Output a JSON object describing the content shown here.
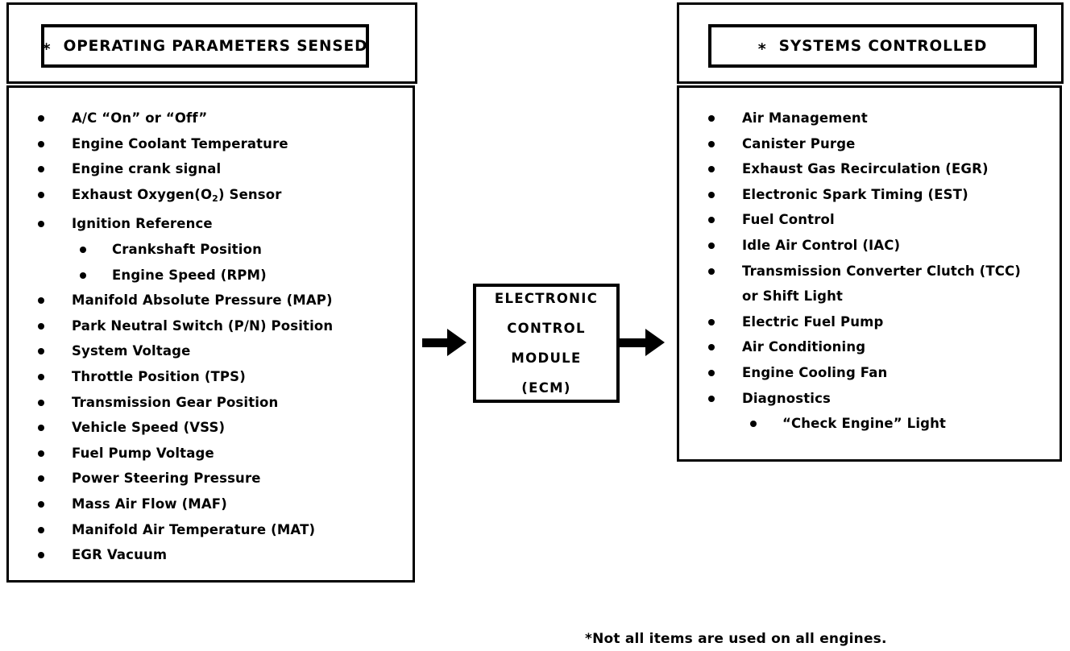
{
  "left": {
    "header": {
      "asterisk": "*",
      "title": "OPERATING PARAMETERS SENSED"
    },
    "items": [
      {
        "level": 1,
        "text": "A/C “On” or “Off”"
      },
      {
        "level": 1,
        "text": "Engine Coolant Temperature"
      },
      {
        "level": 1,
        "text": "Engine crank signal"
      },
      {
        "level": 1,
        "text": "Exhaust Oxygen(O2) Sensor",
        "html": "Exhaust Oxygen(O<sub class=\"o2\">2</sub>) Sensor"
      },
      {
        "level": 1,
        "text": "Ignition Reference"
      },
      {
        "level": 2,
        "text": "Crankshaft Position"
      },
      {
        "level": 2,
        "text": "Engine Speed (RPM)"
      },
      {
        "level": 1,
        "text": "Manifold Absolute Pressure  (MAP)"
      },
      {
        "level": 1,
        "text": "Park Neutral Switch (P/N) Position"
      },
      {
        "level": 1,
        "text": "System Voltage"
      },
      {
        "level": 1,
        "text": "Throttle Position (TPS)"
      },
      {
        "level": 1,
        "text": "Transmission Gear Position"
      },
      {
        "level": 1,
        "text": "Vehicle Speed (VSS)"
      },
      {
        "level": 1,
        "text": "Fuel Pump Voltage"
      },
      {
        "level": 1,
        "text": "Power Steering Pressure"
      },
      {
        "level": 1,
        "text": "Mass Air Flow (MAF)"
      },
      {
        "level": 1,
        "text": "Manifold Air Temperature (MAT)"
      },
      {
        "level": 1,
        "text": "EGR  Vacuum"
      }
    ]
  },
  "center": {
    "ecm_lines": [
      "ELECTRONIC",
      "CONTROL",
      "MODULE",
      "(ECM)"
    ],
    "arrow_in_name": "input-arrow",
    "arrow_out_name": "output-arrow"
  },
  "right": {
    "header": {
      "asterisk": "*",
      "title": "SYSTEMS CONTROLLED"
    },
    "items": [
      {
        "level": 1,
        "text": "Air Management"
      },
      {
        "level": 1,
        "text": "Canister Purge"
      },
      {
        "level": 1,
        "text": "Exhaust Gas Recirculation (EGR)"
      },
      {
        "level": 1,
        "text": "Electronic Spark Timing (EST)"
      },
      {
        "level": 1,
        "text": "Fuel Control"
      },
      {
        "level": 1,
        "text": "Idle Air Control (IAC)"
      },
      {
        "level": 1,
        "text": "Transmission Converter Clutch (TCC)"
      },
      {
        "level": 0,
        "text": "or Shift Light"
      },
      {
        "level": 1,
        "text": "Electric Fuel Pump"
      },
      {
        "level": 1,
        "text": "Air Conditioning"
      },
      {
        "level": 1,
        "text": "Engine Cooling Fan"
      },
      {
        "level": 1,
        "text": "Diagnostics"
      },
      {
        "level": 2,
        "text": "“Check Engine” Light"
      }
    ]
  },
  "footnote": "*Not all items are used on all engines.",
  "colors": {
    "ink": "#000000",
    "paper": "#ffffff"
  }
}
